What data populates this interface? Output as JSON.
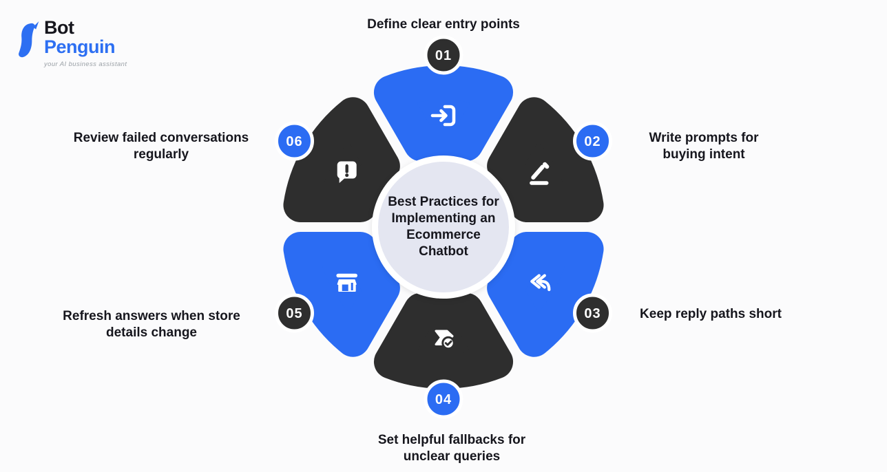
{
  "logo": {
    "bot": "Bot",
    "penguin": "Penguin",
    "tagline": "your AI business assistant",
    "blue": "#2D6FF2",
    "dark": "#16161D"
  },
  "colors": {
    "blue": "#2B6CF3",
    "dark": "#2E2E2E",
    "center_fill": "#E4E6F1",
    "background": "#FBFBFC",
    "text": "#16161D"
  },
  "center": {
    "title": "Best Practices for\nImplementing an\nEcommerce\nChatbot"
  },
  "flower": {
    "items": [
      {
        "number": "01",
        "label": "Define clear entry points",
        "petal": "blue",
        "badge": "dark",
        "icon": "login-icon"
      },
      {
        "number": "02",
        "label": "Write prompts for\nbuying intent",
        "petal": "dark",
        "badge": "blue",
        "icon": "edit-icon"
      },
      {
        "number": "03",
        "label": "Keep reply paths short",
        "petal": "blue",
        "badge": "dark",
        "icon": "reply-all-icon"
      },
      {
        "number": "04",
        "label": "Set helpful fallbacks for\nunclear queries",
        "petal": "dark",
        "badge": "blue",
        "icon": "fallback-check-icon"
      },
      {
        "number": "05",
        "label": "Refresh answers when store\ndetails change",
        "petal": "blue",
        "badge": "dark",
        "icon": "storefront-icon"
      },
      {
        "number": "06",
        "label": "Review failed conversations\nregularly",
        "petal": "dark",
        "badge": "blue",
        "icon": "chat-alert-icon"
      }
    ]
  }
}
